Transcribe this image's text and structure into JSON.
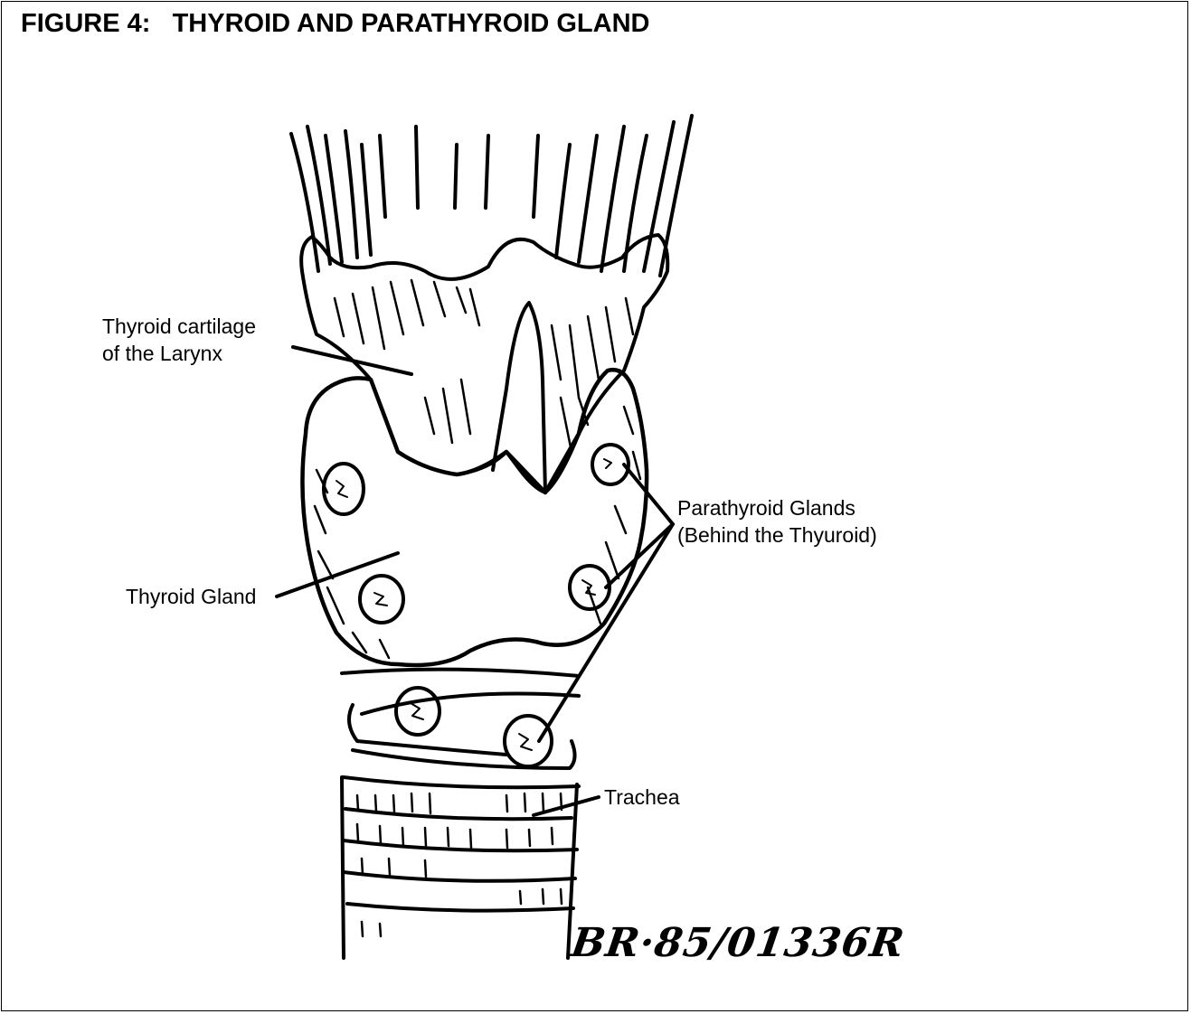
{
  "figure": {
    "title": "FIGURE 4:   THYROID AND PARATHYROID GLAND"
  },
  "labels": {
    "thyroid_cartilage_line1": "Thyroid cartilage",
    "thyroid_cartilage_line2": "of the Larynx",
    "thyroid_gland": "Thyroid Gland",
    "parathyroid_line1": "Parathyroid Glands",
    "parathyroid_line2": "(Behind the Thyuroid)",
    "trachea": "Trachea"
  },
  "signature": "BR·85/01336R",
  "colors": {
    "ink": "#000000",
    "paper": "#ffffff"
  }
}
